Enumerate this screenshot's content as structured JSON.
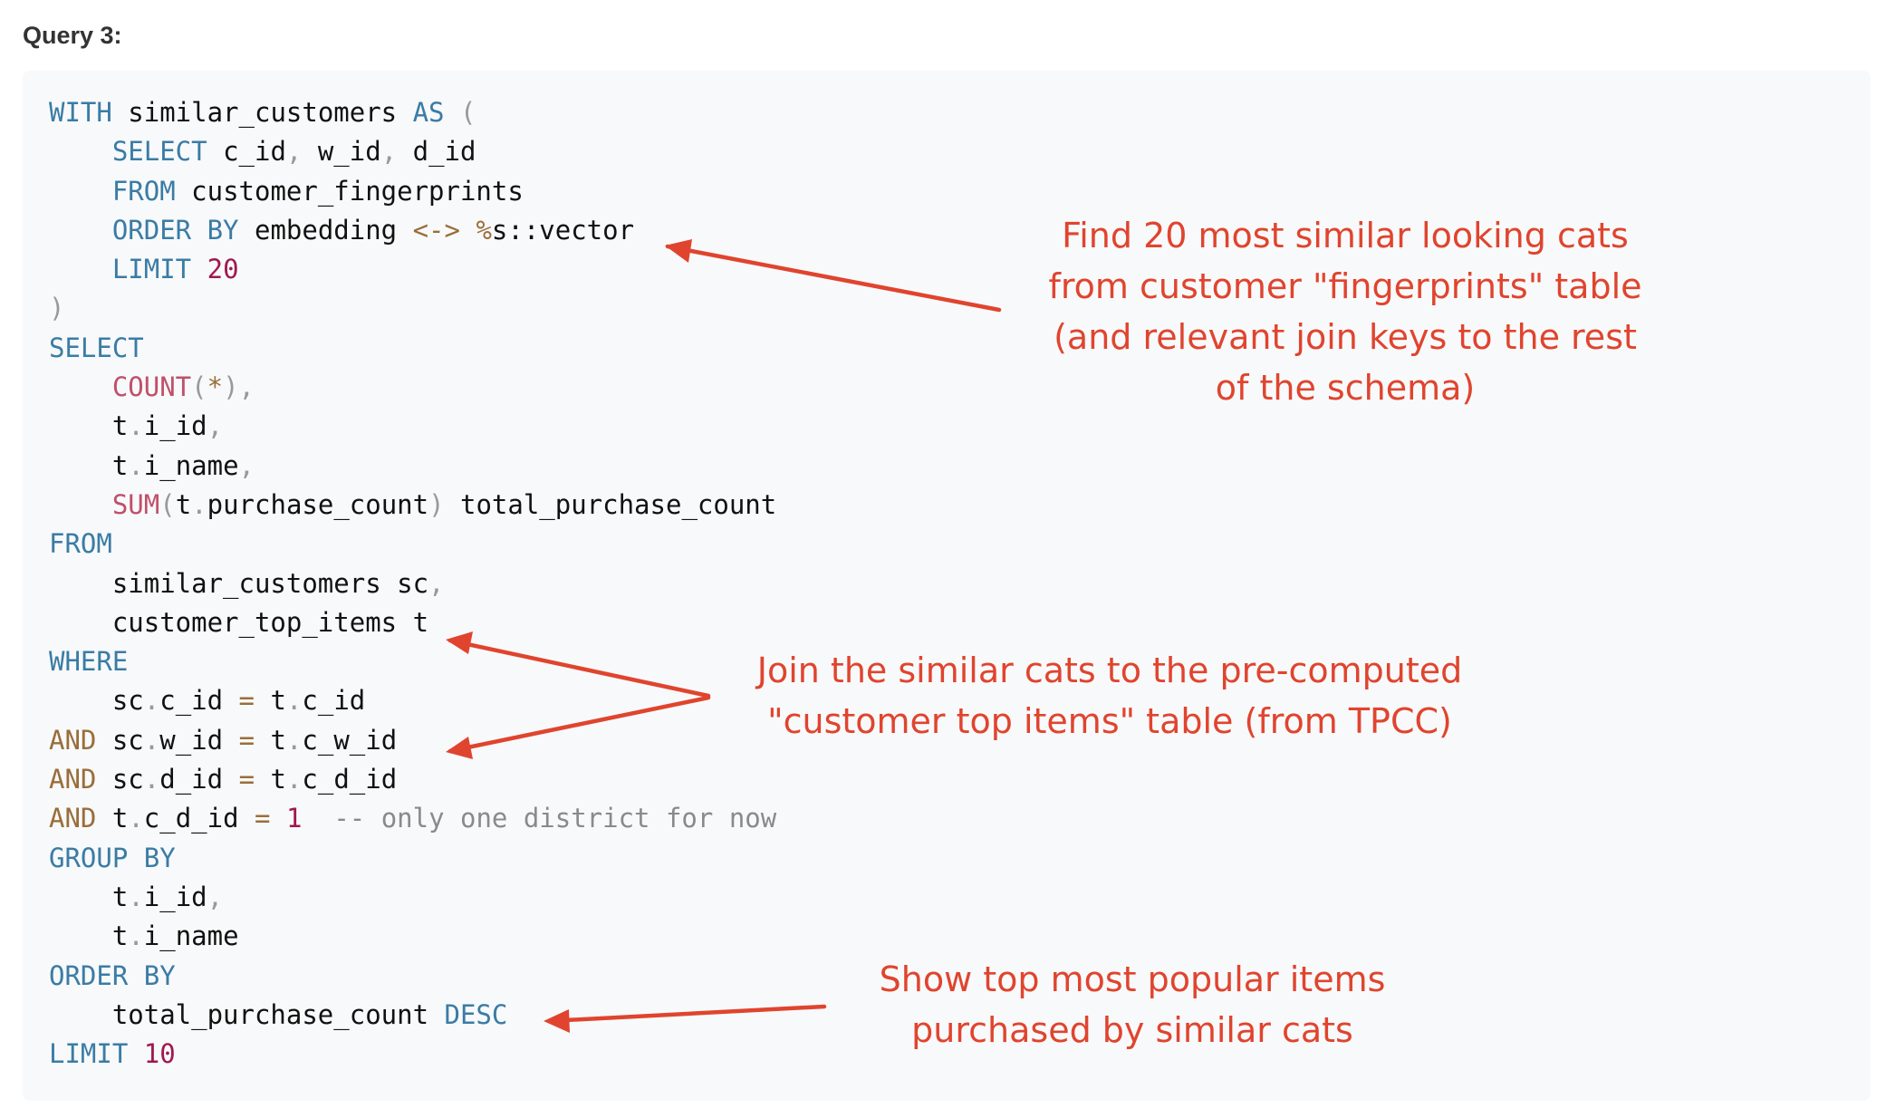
{
  "heading": "Query 3:",
  "code_lines": [
    [
      [
        "kw",
        "WITH"
      ],
      [
        "plain",
        " similar_customers "
      ],
      [
        "kw",
        "AS"
      ],
      [
        "punc",
        " ("
      ]
    ],
    [
      [
        "plain",
        "    "
      ],
      [
        "kw",
        "SELECT"
      ],
      [
        "plain",
        " c_id"
      ],
      [
        "punc",
        ","
      ],
      [
        "plain",
        " w_id"
      ],
      [
        "punc",
        ","
      ],
      [
        "plain",
        " d_id"
      ]
    ],
    [
      [
        "plain",
        "    "
      ],
      [
        "kw",
        "FROM"
      ],
      [
        "plain",
        " customer_fingerprints"
      ]
    ],
    [
      [
        "plain",
        "    "
      ],
      [
        "kw",
        "ORDER BY"
      ],
      [
        "plain",
        " embedding "
      ],
      [
        "op",
        "<->"
      ],
      [
        "plain",
        " "
      ],
      [
        "op",
        "%"
      ],
      [
        "plain",
        "s::vector"
      ]
    ],
    [
      [
        "plain",
        "    "
      ],
      [
        "kw",
        "LIMIT"
      ],
      [
        "plain",
        " "
      ],
      [
        "num",
        "20"
      ]
    ],
    [
      [
        "punc",
        ")"
      ]
    ],
    [
      [
        "kw",
        "SELECT"
      ]
    ],
    [
      [
        "plain",
        "    "
      ],
      [
        "fn",
        "COUNT"
      ],
      [
        "punc",
        "("
      ],
      [
        "op",
        "*"
      ],
      [
        "punc",
        "),"
      ]
    ],
    [
      [
        "plain",
        "    t"
      ],
      [
        "punc",
        "."
      ],
      [
        "plain",
        "i_id"
      ],
      [
        "punc",
        ","
      ]
    ],
    [
      [
        "plain",
        "    t"
      ],
      [
        "punc",
        "."
      ],
      [
        "plain",
        "i_name"
      ],
      [
        "punc",
        ","
      ]
    ],
    [
      [
        "plain",
        "    "
      ],
      [
        "fn",
        "SUM"
      ],
      [
        "punc",
        "("
      ],
      [
        "plain",
        "t"
      ],
      [
        "punc",
        "."
      ],
      [
        "plain",
        "purchase_count"
      ],
      [
        "punc",
        ")"
      ],
      [
        "plain",
        " total_purchase_count"
      ]
    ],
    [
      [
        "kw",
        "FROM"
      ]
    ],
    [
      [
        "plain",
        "    similar_customers sc"
      ],
      [
        "punc",
        ","
      ]
    ],
    [
      [
        "plain",
        "    customer_top_items t"
      ]
    ],
    [
      [
        "kw",
        "WHERE"
      ]
    ],
    [
      [
        "plain",
        "    sc"
      ],
      [
        "punc",
        "."
      ],
      [
        "plain",
        "c_id "
      ],
      [
        "op",
        "="
      ],
      [
        "plain",
        " t"
      ],
      [
        "punc",
        "."
      ],
      [
        "plain",
        "c_id"
      ]
    ],
    [
      [
        "op",
        "AND"
      ],
      [
        "plain",
        " sc"
      ],
      [
        "punc",
        "."
      ],
      [
        "plain",
        "w_id "
      ],
      [
        "op",
        "="
      ],
      [
        "plain",
        " t"
      ],
      [
        "punc",
        "."
      ],
      [
        "plain",
        "c_w_id"
      ]
    ],
    [
      [
        "op",
        "AND"
      ],
      [
        "plain",
        " sc"
      ],
      [
        "punc",
        "."
      ],
      [
        "plain",
        "d_id "
      ],
      [
        "op",
        "="
      ],
      [
        "plain",
        " t"
      ],
      [
        "punc",
        "."
      ],
      [
        "plain",
        "c_d_id"
      ]
    ],
    [
      [
        "op",
        "AND"
      ],
      [
        "plain",
        " t"
      ],
      [
        "punc",
        "."
      ],
      [
        "plain",
        "c_d_id "
      ],
      [
        "op",
        "="
      ],
      [
        "plain",
        " "
      ],
      [
        "num",
        "1"
      ],
      [
        "plain",
        "  "
      ],
      [
        "cm",
        "-- only one district for now"
      ]
    ],
    [
      [
        "kw",
        "GROUP BY"
      ]
    ],
    [
      [
        "plain",
        "    t"
      ],
      [
        "punc",
        "."
      ],
      [
        "plain",
        "i_id"
      ],
      [
        "punc",
        ","
      ]
    ],
    [
      [
        "plain",
        "    t"
      ],
      [
        "punc",
        "."
      ],
      [
        "plain",
        "i_name"
      ]
    ],
    [
      [
        "kw",
        "ORDER BY"
      ]
    ],
    [
      [
        "plain",
        "    total_purchase_count "
      ],
      [
        "kw",
        "DESC"
      ]
    ],
    [
      [
        "kw",
        "LIMIT"
      ],
      [
        "plain",
        " "
      ],
      [
        "num",
        "10"
      ]
    ]
  ],
  "annotations": {
    "fingerprints": [
      "Find 20 most similar looking cats",
      "from customer \"fingerprints\" table",
      "(and relevant join keys to the rest",
      "of the schema)"
    ],
    "join": [
      "Join the similar cats to the pre-computed",
      "\"customer top items\" table (from TPCC)"
    ],
    "popular": [
      "Show top most popular items",
      "purchased by similar cats"
    ]
  },
  "colors": {
    "keyword": "#3a7ca5",
    "function": "#c0506b",
    "number": "#a01850",
    "operator": "#9a6e3a",
    "annotation": "#e0442e",
    "code_background": "#f8f9fa"
  }
}
